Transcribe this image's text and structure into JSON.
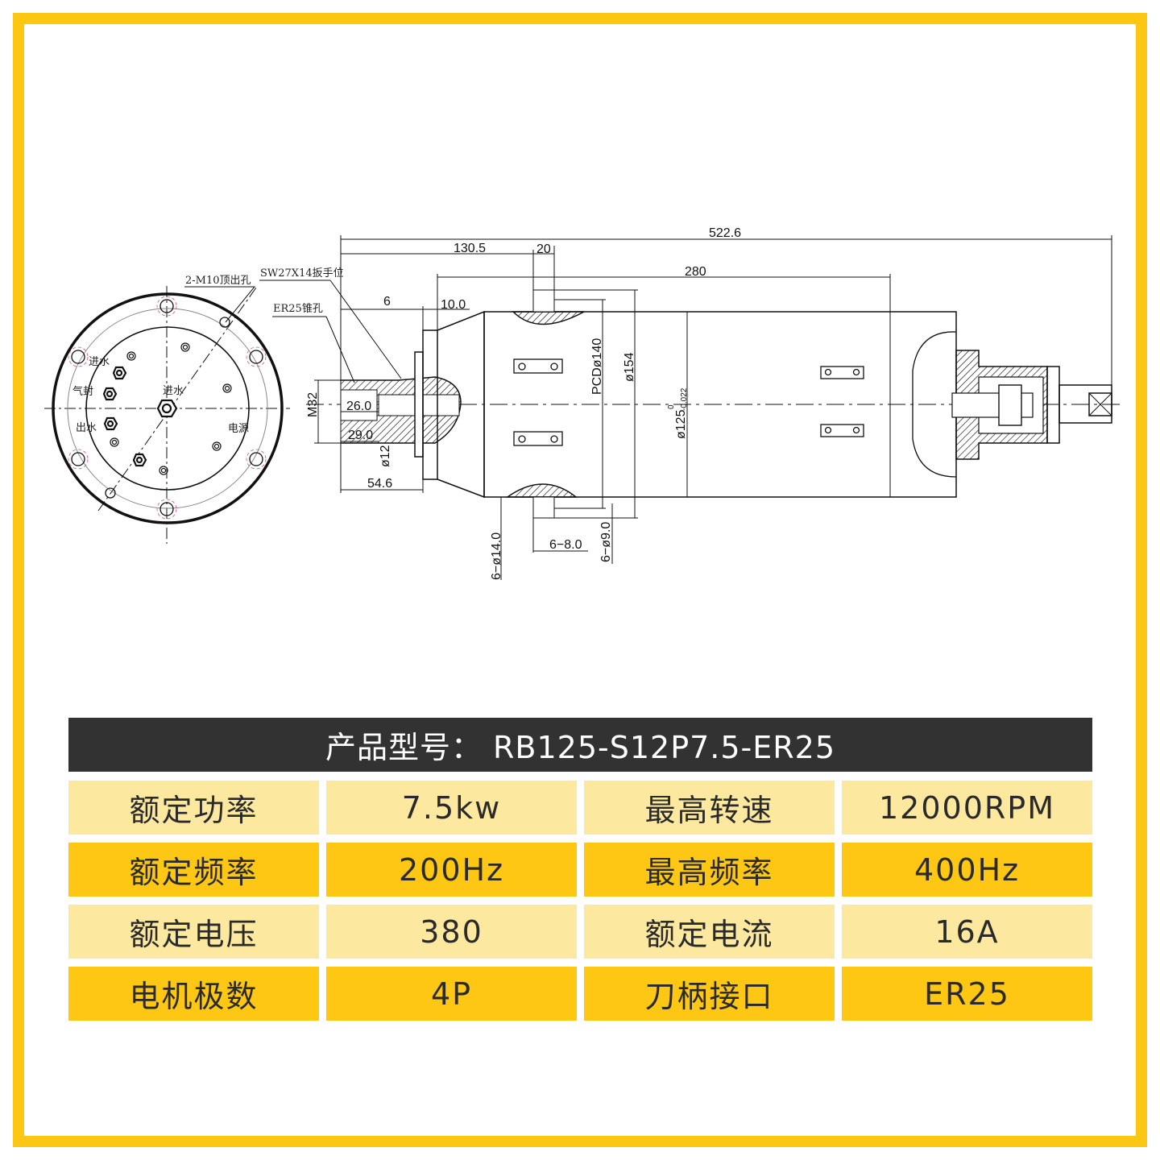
{
  "drawing": {
    "end_view_labels": {
      "m10_holes": "2-M10顶出孔",
      "water_in_1": "进水",
      "air_seal": "气封",
      "water_in_center": "进水",
      "water_out": "出水",
      "power": "电源"
    },
    "callouts": {
      "wrench_flat": "SW27X14扳手位",
      "collet_taper": "ER25锥孔"
    },
    "dimensions": {
      "overall_length": "522.6",
      "front_to_mount": "130.5",
      "mount_width": "20",
      "body_length": "280",
      "nose_step": "6",
      "flange_step": "10.0",
      "nose_length": "54.6",
      "bore_26": "26.0",
      "bore_29": "29.0",
      "thread": "M32",
      "shaft_dia": "ø12",
      "pcd": "PCDø140",
      "flange_dia": "ø154",
      "body_dia": "ø125",
      "body_tol_upper": "0",
      "body_tol_lower": "-0.022",
      "holes_14": "6−ø14.0",
      "holes_8": "6−8.0",
      "holes_9": "6−ø9.0"
    }
  },
  "spec_table": {
    "title": "产品型号：  RB125-S12P7.5-ER25",
    "rows": [
      {
        "label1": "额定功率",
        "value1": "7.5kw",
        "label2": "最高转速",
        "value2": "12000RPM"
      },
      {
        "label1": "额定频率",
        "value1": "200Hz",
        "label2": "最高频率",
        "value2": "400Hz"
      },
      {
        "label1": "额定电压",
        "value1": "380",
        "label2": "额定电流",
        "value2": "16A"
      },
      {
        "label1": "电机极数",
        "value1": "4P",
        "label2": "刀柄接口",
        "value2": "ER25"
      }
    ]
  },
  "colors": {
    "frame": "#fcc712",
    "header": "#323232",
    "row_light": "#fde8a0",
    "row_strong": "#fdc713"
  }
}
